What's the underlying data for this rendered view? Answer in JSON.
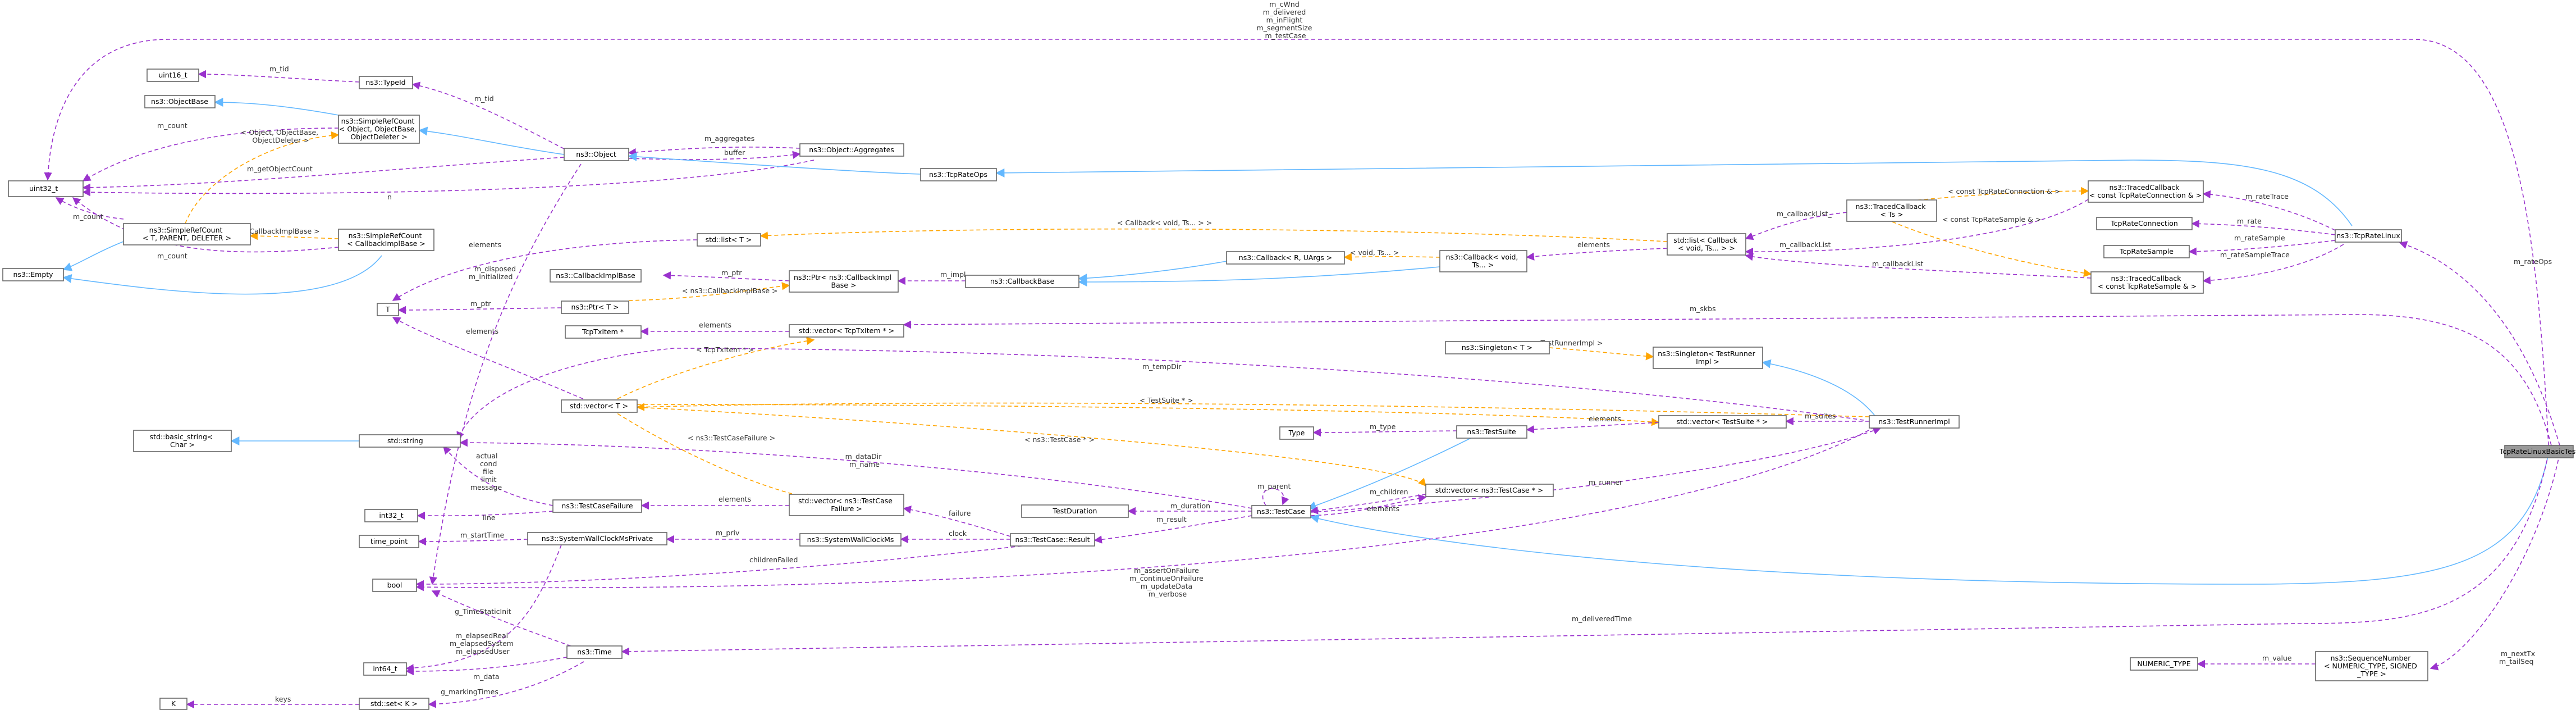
{
  "colors": {
    "dependency": "#9a32cd",
    "template": "#ffa500",
    "inheritance": "#63b8ff",
    "focus_fill": "#999999"
  },
  "nodes": {
    "uint16_t": "uint16_t",
    "typeid": "ns3::TypeId",
    "objectbase": "ns3::ObjectBase",
    "srcount_obj": [
      "ns3::SimpleRefCount",
      "< Object, ObjectBase,",
      "ObjectDeleter >"
    ],
    "uint32_t": "uint32_t",
    "srcount_t": [
      "ns3::SimpleRefCount",
      "< T, PARENT, DELETER >"
    ],
    "empty": "ns3::Empty",
    "srcount_cb": [
      "ns3::SimpleRefCount",
      "< CallbackImplBase >"
    ],
    "object": "ns3::Object",
    "aggregates": "ns3::Object::Aggregates",
    "tcprateops": "ns3::TcpRateOps",
    "list_t": "std::list< T >",
    "cbimplbase": "ns3::CallbackImplBase",
    "ptr_cbimpl": [
      "ns3::Ptr< ns3::CallbackImpl",
      "Base >"
    ],
    "callbackbase": "ns3::CallbackBase",
    "cb_r": "ns3::Callback< R, UArgs >",
    "cb_void": [
      "ns3::Callback< void,",
      "Ts... >"
    ],
    "list_cb": [
      "std::list< Callback",
      "< void, Ts... > >"
    ],
    "tracedcb_ts": [
      "ns3::TracedCallback",
      "< Ts >"
    ],
    "tracedcb_conn": [
      "ns3::TracedCallback",
      "< const TcpRateConnection & >"
    ],
    "tcprateconn": "TcpRateConnection",
    "tcpratesample": "TcpRateSample",
    "tracedcb_sample": [
      "ns3::TracedCallback",
      "< const TcpRateSample & >"
    ],
    "tcpratelinux": "ns3::TcpRateLinux",
    "T": "T",
    "ptr_t": "ns3::Ptr< T >",
    "tcptxitem_ptr": "TcpTxItem *",
    "vec_txitem": "std::vector< TcpTxItem * >",
    "singleton_t": "ns3::Singleton< T >",
    "singleton_runner": [
      "ns3::Singleton< TestRunner",
      "Impl >"
    ],
    "basic_string": [
      "std::basic_string<",
      "Char >"
    ],
    "stdstring": "std::string",
    "vec_t": "std::vector< T >",
    "type": "Type",
    "testsuite": "ns3::TestSuite",
    "vec_suite": "std::vector< TestSuite * >",
    "runnerimpl": "ns3::TestRunnerImpl",
    "int32_t": "int32_t",
    "testcasefailure": "ns3::TestCaseFailure",
    "vec_failure": [
      "std::vector< ns3::TestCase",
      "Failure >"
    ],
    "testduration": "TestDuration",
    "testcase": "ns3::TestCase",
    "vec_testcase": "std::vector< ns3::TestCase * >",
    "time_point": "time_point",
    "wallpriv": "ns3::SystemWallClockMsPrivate",
    "wallms": "ns3::SystemWallClockMs",
    "result": "ns3::TestCase::Result",
    "bool": "bool",
    "int64": "int64_t",
    "time": "ns3::Time",
    "K": "K",
    "set_k": "std::set< K >",
    "focus": "TcpRateLinuxBasicTest",
    "numeric_type": "NUMERIC_TYPE",
    "seqnum": [
      "ns3::SequenceNumber",
      "< NUMERIC_TYPE, SIGNED",
      "_TYPE >"
    ]
  },
  "edge_labels": {
    "top_focus_uint32": [
      "m_cWnd",
      "m_delivered",
      "m_inFlight",
      "m_segmentSize",
      "m_testCase"
    ],
    "m_tid": "m_tid",
    "m_tid2": "m_tid",
    "m_count1": "m_count",
    "m_count2": "m_count",
    "m_count3": "m_count",
    "tmpl_obj": [
      "< Object, ObjectBase,",
      "ObjectDeleter >"
    ],
    "tmpl_cb": "< CallbackImplBase >",
    "m_aggregates": "m_aggregates",
    "buffer": "buffer",
    "m_getObjectCount": "m_getObjectCount",
    "n": "n",
    "elements_list": "elements",
    "m_disposed": [
      "m_disposed",
      "m_initialized"
    ],
    "m_ptr1": "m_ptr",
    "tmpl_ptrcb": "< ns3::CallbackImplBase >",
    "m_impl": "m_impl",
    "tmpl_void": "< void, Ts... >",
    "tmpl_cbvoid": "< Callback< void, Ts... > >",
    "elements_listcb": "elements",
    "m_callbackList1": "m_callbackList_",
    "m_callbackList2": "m_callbackList",
    "m_callbackList3": "m_callbackList",
    "tmpl_conn": "< const TcpRateConnection & >",
    "tmpl_sample": "< const TcpRateSample & >",
    "m_rateTrace": "m_rateTrace",
    "m_rate": "m_rate",
    "m_rateSample": "m_rateSample",
    "m_rateSampleTrace": "m_rateSampleTrace",
    "m_ptr2": "m_ptr",
    "elements_T": "elements",
    "m_skbs": "m_skbs",
    "elements_tx": "elements",
    "tmpl_txitem": "< TcpTxItem * >",
    "tmpl_runner": "< TestRunnerImpl >",
    "m_tempDir": "m_tempDir",
    "tmpl_suite": "< TestSuite * >",
    "m_type": "m_type",
    "elements_suite": "elements",
    "m_suites": "m_suites",
    "tmpl_testcase": "< ns3::TestCase * >",
    "m_dataDir": [
      "m_dataDir",
      "m_name"
    ],
    "tmpl_failure": "< ns3::TestCaseFailure >",
    "actual": [
      "actual",
      "cond",
      "file",
      "limit",
      "message"
    ],
    "line": "line",
    "elements_failure": "elements",
    "m_duration": "m_duration",
    "m_parent": "m_parent",
    "m_children": "m_children",
    "elements_tc": "elements",
    "m_runner": "m_runner",
    "failure": "failure",
    "m_result": "m_result",
    "m_startTime": "m_startTime",
    "m_priv": "m_priv",
    "clock": "clock",
    "childrenFailed": "childrenFailed",
    "m_assert": [
      "m_assertOnFailure",
      "m_continueOnFailure",
      "m_updateData",
      "m_verbose"
    ],
    "g_TimeStaticInit": "g_TimeStaticInit",
    "m_elapsed": [
      "m_elapsedReal",
      "m_elapsedSystem",
      "m_elapsedUser"
    ],
    "m_data": "m_data",
    "keys": "keys",
    "g_markingTimes": "g_markingTimes",
    "m_deliveredTime": "m_deliveredTime",
    "m_rateOps": "m_rateOps",
    "m_value": "m_value",
    "m_nextTx": [
      "m_nextTx",
      "m_tailSeq"
    ]
  }
}
